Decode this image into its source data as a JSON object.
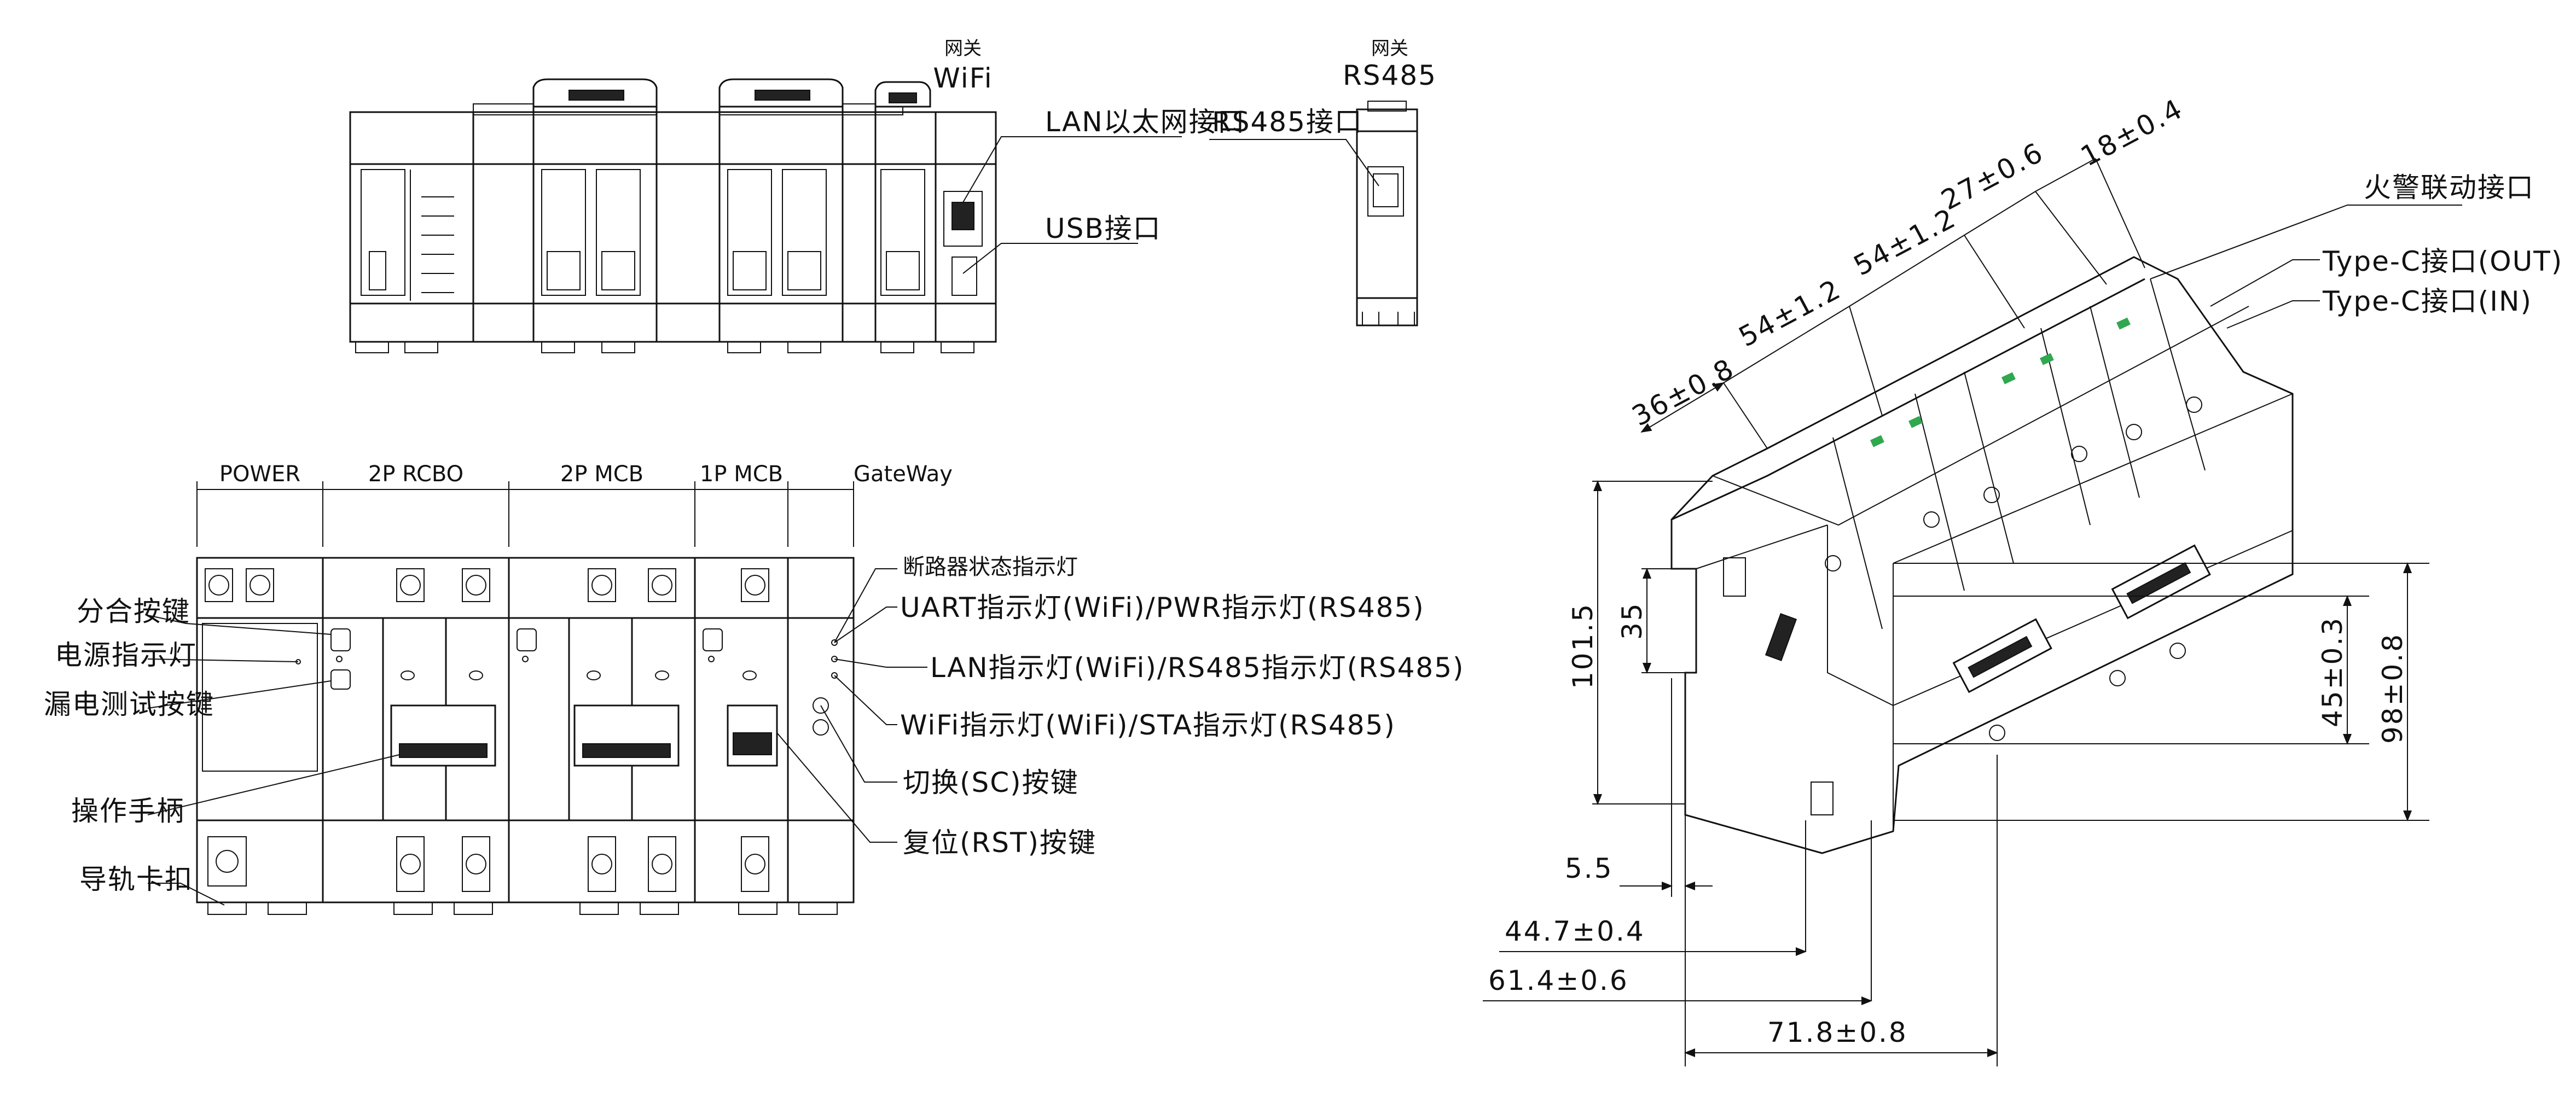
{
  "top_view": {
    "gateway_label_cn": "网关",
    "gateway_label_en": "WiFi",
    "lan_port": "LAN以太网接口",
    "usb_port": "USB接口"
  },
  "side_view": {
    "gateway_label_cn": "网关",
    "gateway_label_en": "RS485",
    "rs485_port": "RS485接口"
  },
  "front_view": {
    "sections": [
      "POWER",
      "2P RCBO",
      "2P MCB",
      "1P MCB",
      "GateWay"
    ],
    "left_callouts": [
      "分合按键",
      "电源指示灯",
      "漏电测试按键",
      "操作手柄",
      "导轨卡扣"
    ],
    "right_callouts": [
      "断路器状态指示灯",
      "UART指示灯(WiFi)/PWR指示灯(RS485)",
      "LAN指示灯(WiFi)/RS485指示灯(RS485)",
      "WiFi指示灯(WiFi)/STA指示灯(RS485)",
      "切换(SC)按键",
      "复位(RST)按键"
    ]
  },
  "iso_view": {
    "alarm_port": "火警联动接口",
    "typec_out": "Type-C接口(OUT)",
    "typec_in": "Type-C接口(IN)",
    "dims": {
      "w36": "36±0.8",
      "w54a": "54±1.2",
      "w54b": "54±1.2",
      "w27": "27±0.6",
      "w18": "18±0.4",
      "h101": "101.5",
      "h35": "35",
      "h45": "45±0.3",
      "h98": "98±0.8",
      "d55": "5.5",
      "d447": "44.7±0.4",
      "d614": "61.4±0.6",
      "d718": "71.8±0.8"
    }
  }
}
